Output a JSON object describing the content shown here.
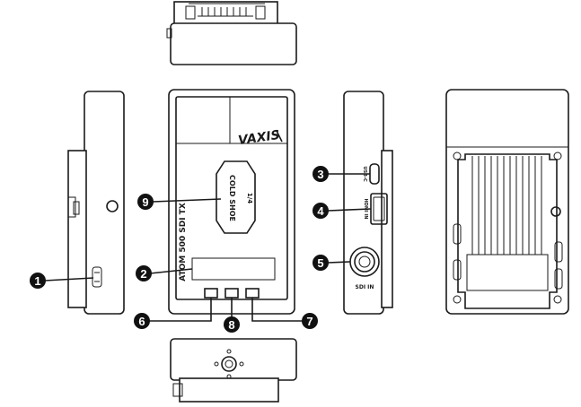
{
  "device": {
    "brand": "VAXIS",
    "model_label": "ATOM 500 SDI TX",
    "cold_shoe_label": "COLD SHOE",
    "thread_label": "1/4",
    "port_usbc": "USB-C",
    "port_hdmi_in": "HDMI IN",
    "port_sdi_in": "SDI IN"
  },
  "callouts": [
    {
      "id": "callout-1",
      "num": "1"
    },
    {
      "id": "callout-2",
      "num": "2"
    },
    {
      "id": "callout-3",
      "num": "3"
    },
    {
      "id": "callout-4",
      "num": "4"
    },
    {
      "id": "callout-5",
      "num": "5"
    },
    {
      "id": "callout-6",
      "num": "6"
    },
    {
      "id": "callout-7",
      "num": "7"
    },
    {
      "id": "callout-8",
      "num": "8"
    },
    {
      "id": "callout-9",
      "num": "9"
    }
  ]
}
